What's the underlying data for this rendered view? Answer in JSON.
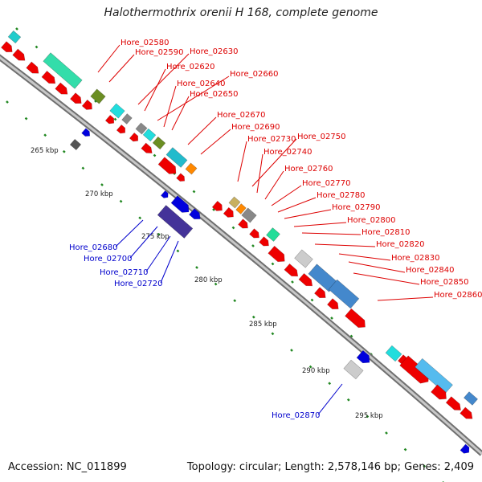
{
  "title": "Halothermothrix orenii H 168, complete genome",
  "footer": {
    "accession": "Accession: NC_011899",
    "topology": "Topology: circular; Length: 2,578,146 bp; Genes: 2,409"
  },
  "colors": {
    "forward_label": "#dd0000",
    "reverse_label": "#0000cc",
    "backbone": "#888888",
    "tick": "#228822"
  },
  "scale_labels": [
    {
      "text": "265 kbp",
      "kbp": 265
    },
    {
      "text": "270 kbp",
      "kbp": 270
    },
    {
      "text": "275 kbp",
      "kbp": 275
    },
    {
      "text": "280 kbp",
      "kbp": 280
    },
    {
      "text": "285 kbp",
      "kbp": 285
    },
    {
      "text": "290 kbp",
      "kbp": 290
    },
    {
      "text": "295 kbp",
      "kbp": 295
    }
  ],
  "forward_genes": [
    "Hore_02580",
    "Hore_02590",
    "Hore_02630",
    "Hore_02620",
    "Hore_02660",
    "Hore_02640",
    "Hore_02650",
    "Hore_02670",
    "Hore_02690",
    "Hore_02730",
    "Hore_02750",
    "Hore_02740",
    "Hore_02760",
    "Hore_02770",
    "Hore_02780",
    "Hore_02790",
    "Hore_02800",
    "Hore_02810",
    "Hore_02820",
    "Hore_02830",
    "Hore_02840",
    "Hore_02850",
    "Hore_02860"
  ],
  "reverse_genes": [
    "Hore_02680",
    "Hore_02700",
    "Hore_02710",
    "Hore_02720",
    "Hore_02870"
  ]
}
